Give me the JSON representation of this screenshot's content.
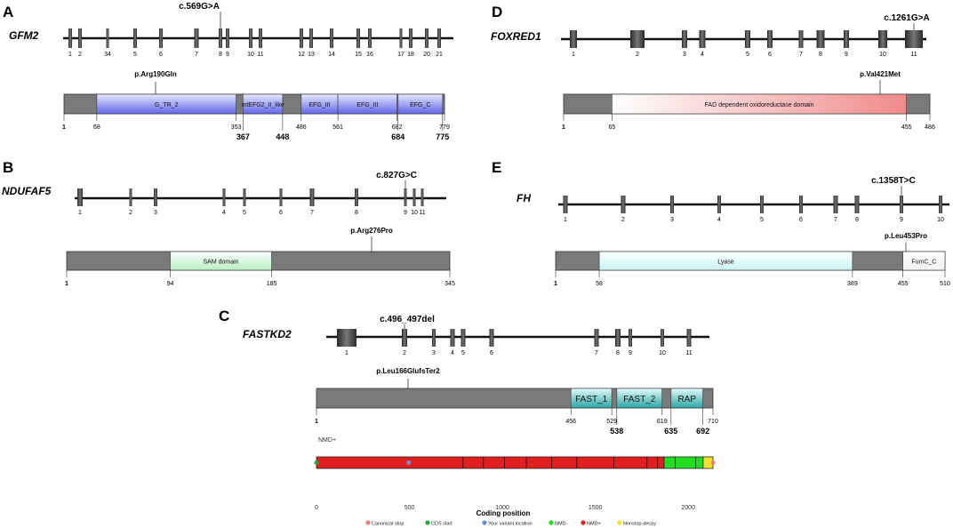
{
  "panels": [
    {
      "id": "A",
      "gene": "GFM2",
      "variant": "c.569G>A",
      "protein_change": "p.Arg190Gln",
      "exons": [
        {
          "label": "1",
          "pos": 79
        },
        {
          "label": "2",
          "pos": 90
        },
        {
          "label": "34",
          "pos": 121
        },
        {
          "label": "5",
          "pos": 152
        },
        {
          "label": "6",
          "pos": 181
        },
        {
          "label": "7",
          "pos": 221
        },
        {
          "label": "8",
          "pos": 248
        },
        {
          "label": "9",
          "pos": 256
        },
        {
          "label": "10",
          "pos": 282
        },
        {
          "label": "11",
          "pos": 293
        },
        {
          "label": "12",
          "pos": 339
        },
        {
          "label": "13",
          "pos": 350
        },
        {
          "label": "14",
          "pos": 373
        },
        {
          "label": "15",
          "pos": 403
        },
        {
          "label": "16",
          "pos": 416
        },
        {
          "label": "17",
          "pos": 451
        },
        {
          "label": "18",
          "pos": 462
        },
        {
          "label": "20",
          "pos": 480
        },
        {
          "label": "21",
          "pos": 494
        }
      ],
      "domains": [
        {
          "name": "G_TR_2",
          "start": 68,
          "end": 353,
          "color": "blue"
        },
        {
          "name": "mtEFG2_II_like",
          "start": 367,
          "end": 448,
          "color": "blue"
        },
        {
          "name": "EFG_III",
          "start": 486,
          "end": 561,
          "color": "blue"
        },
        {
          "name": "EFG_III",
          "start": 561,
          "end": 682,
          "color": "blue"
        },
        {
          "name": "EFG_C",
          "start": 684,
          "end": 775,
          "color": "blue"
        }
      ],
      "ticks_top": [
        "1",
        "68",
        "353",
        "486",
        "561",
        "682",
        "779"
      ],
      "ticks_bottom": [
        "367",
        "448",
        "684",
        "775"
      ]
    },
    {
      "id": "B",
      "gene": "NDUFAF5",
      "variant": "c.827G>C",
      "protein_change": "p.Arg276Pro",
      "exons": [
        {
          "label": "1",
          "pos": 90
        },
        {
          "label": "2",
          "pos": 147
        },
        {
          "label": "3",
          "pos": 175
        },
        {
          "label": "4",
          "pos": 252
        },
        {
          "label": "5",
          "pos": 275
        },
        {
          "label": "6",
          "pos": 316
        },
        {
          "label": "7",
          "pos": 351
        },
        {
          "label": "8",
          "pos": 401
        },
        {
          "label": "9",
          "pos": 456
        },
        {
          "label": "10",
          "pos": 466
        },
        {
          "label": "11",
          "pos": 475
        }
      ],
      "domains": [
        {
          "name": "SAM domain",
          "start": 94,
          "end": 185,
          "color": "green"
        }
      ],
      "ticks": [
        "1",
        "94",
        "185",
        "345"
      ]
    },
    {
      "id": "C",
      "gene": "FASTKD2",
      "variant": "c.496_497del",
      "protein_change": "p.Leu166GlufsTer2",
      "exons": [
        {
          "label": "1",
          "pos": 390
        },
        {
          "label": "2",
          "pos": 455
        },
        {
          "label": "3",
          "pos": 488
        },
        {
          "label": "4",
          "pos": 509
        },
        {
          "label": "5",
          "pos": 521
        },
        {
          "label": "6",
          "pos": 553
        },
        {
          "label": "7",
          "pos": 671
        },
        {
          "label": "8",
          "pos": 695
        },
        {
          "label": "9",
          "pos": 709
        },
        {
          "label": "10",
          "pos": 745
        },
        {
          "label": "11",
          "pos": 775
        }
      ],
      "domains": [
        {
          "name": "FAST_1",
          "start": 456,
          "end": 529,
          "color": "teal"
        },
        {
          "name": "FAST_2",
          "start": 538,
          "end": 619,
          "color": "teal"
        },
        {
          "name": "RAP",
          "start": 635,
          "end": 692,
          "color": "teal"
        }
      ],
      "ticks_top": [
        "1",
        "456",
        "529",
        "619",
        "710"
      ],
      "ticks_bottom": [
        "538",
        "635",
        "692"
      ],
      "nmd_label": "NMD+",
      "axis_title": "Coding position",
      "axis_ticks": [
        "0",
        "500",
        "1000",
        "1500",
        "2000"
      ],
      "legend": [
        {
          "label": "Canonical stop",
          "color": "#e88080"
        },
        {
          "label": "CDS start",
          "color": "#22aa44"
        },
        {
          "label": "Your variant location",
          "color": "#6a8fd8"
        },
        {
          "label": "NMD-",
          "color": "#22dd22"
        },
        {
          "label": "NMD+",
          "color": "#e02020"
        },
        {
          "label": "Nonstop-decay",
          "color": "#f2e02a"
        }
      ]
    },
    {
      "id": "D",
      "gene": "FOXRED1",
      "variant": "c.1261G>A",
      "protein_change": "p.Val421Met",
      "exons": [
        {
          "label": "1",
          "pos": 645
        },
        {
          "label": "2",
          "pos": 717
        },
        {
          "label": "3",
          "pos": 770
        },
        {
          "label": "4",
          "pos": 790
        },
        {
          "label": "5",
          "pos": 841
        },
        {
          "label": "6",
          "pos": 866
        },
        {
          "label": "7",
          "pos": 901
        },
        {
          "label": "8",
          "pos": 923
        },
        {
          "label": "9",
          "pos": 952
        },
        {
          "label": "10",
          "pos": 993
        },
        {
          "label": "11",
          "pos": 1028
        }
      ],
      "domains": [
        {
          "name": "FAD dependent oxidoreductase domain",
          "start": 65,
          "end": 455,
          "color": "red"
        }
      ],
      "ticks": [
        "1",
        "65",
        "455",
        "486"
      ]
    },
    {
      "id": "E",
      "gene": "FH",
      "variant": "c.1358T>C",
      "protein_change": "p.Leu453Pro",
      "exons": [
        {
          "label": "1",
          "pos": 636
        },
        {
          "label": "2",
          "pos": 701
        },
        {
          "label": "3",
          "pos": 756
        },
        {
          "label": "4",
          "pos": 809
        },
        {
          "label": "5",
          "pos": 857
        },
        {
          "label": "6",
          "pos": 901
        },
        {
          "label": "7",
          "pos": 940
        },
        {
          "label": "8",
          "pos": 964
        },
        {
          "label": "9",
          "pos": 1014
        },
        {
          "label": "10",
          "pos": 1058
        }
      ],
      "domains": [
        {
          "name": "Lyase",
          "start": 58,
          "end": 389,
          "color": "cyan"
        },
        {
          "name": "FumC_C",
          "start": 455,
          "end": 510,
          "color": "white"
        }
      ],
      "ticks": [
        "1",
        "58",
        "389",
        "455",
        "510"
      ]
    }
  ]
}
